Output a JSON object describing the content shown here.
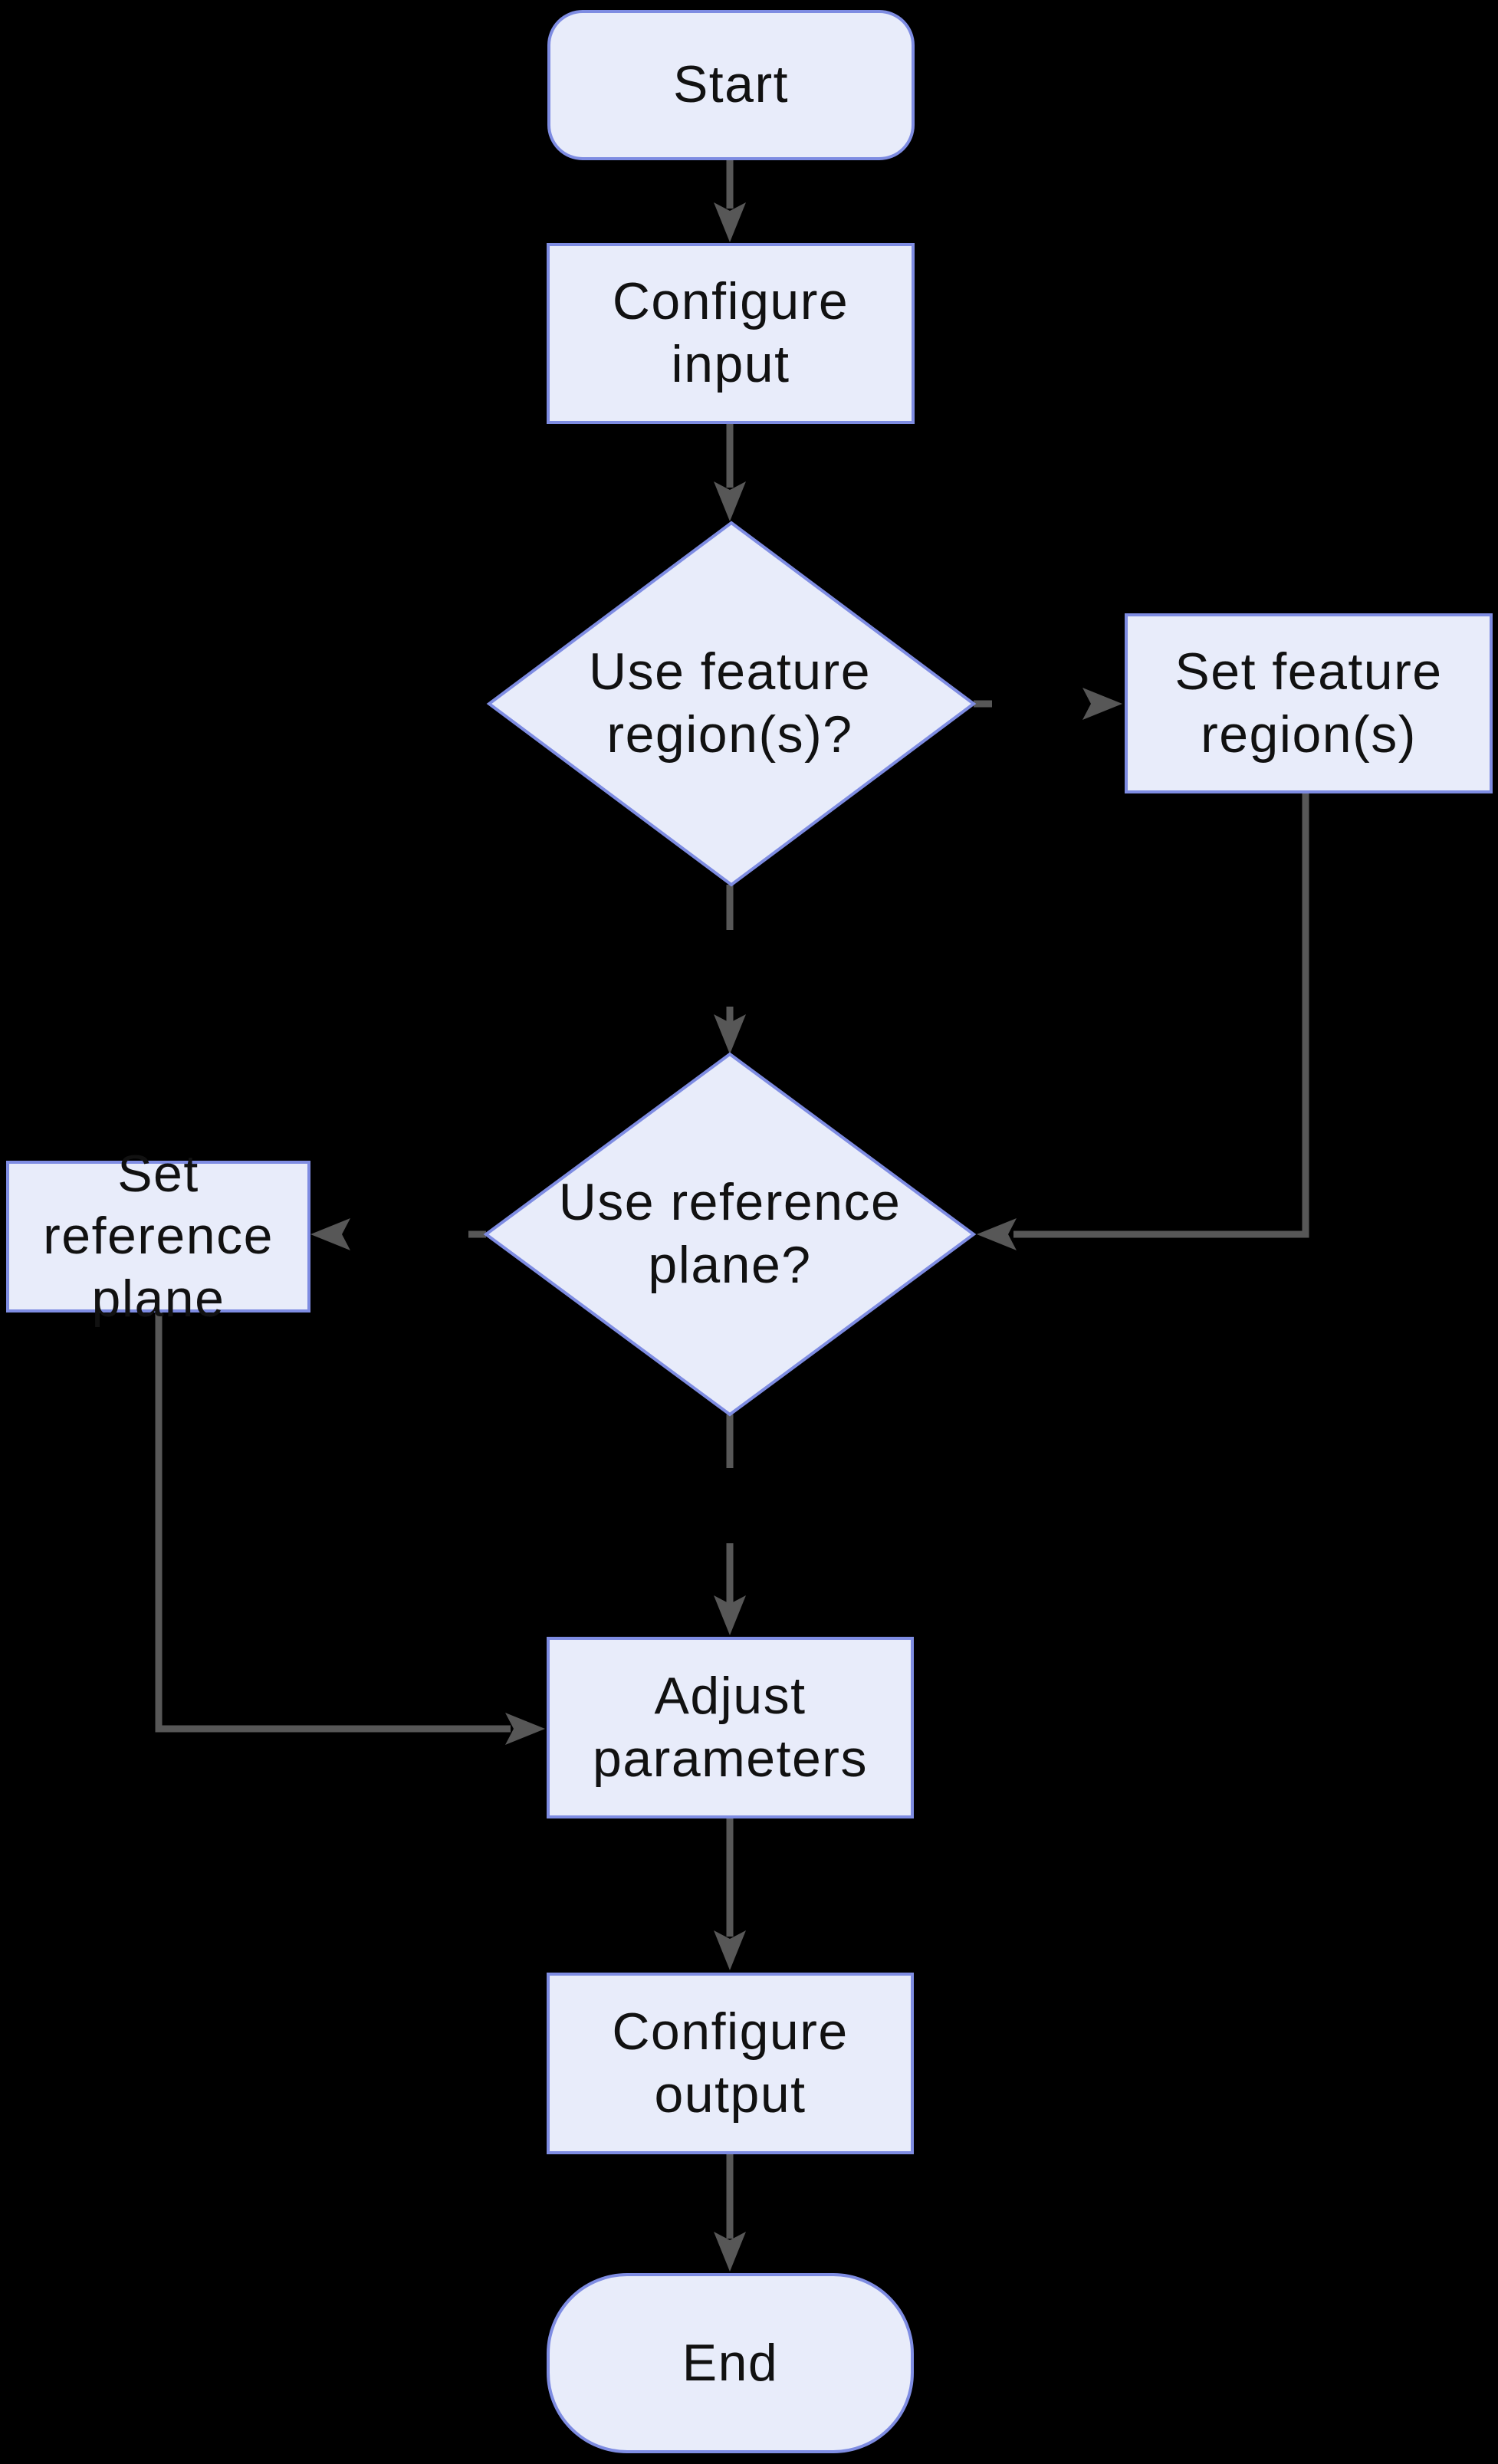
{
  "diagram": {
    "type": "flowchart",
    "background_color": "#000000",
    "node_fill_color": "#e8ecfa",
    "node_border_color": "#7e8ce2",
    "arrow_color": "#575757",
    "text_color": "#111111",
    "nodes": [
      {
        "id": "start",
        "shape": "rounded-rectangle",
        "label": "Start"
      },
      {
        "id": "configure-input",
        "shape": "rectangle",
        "label": "Configure input"
      },
      {
        "id": "use-feature-regions",
        "shape": "diamond",
        "label": "Use feature region(s)?"
      },
      {
        "id": "set-feature-regions",
        "shape": "rectangle",
        "label": "Set feature region(s)"
      },
      {
        "id": "use-reference-plane",
        "shape": "diamond",
        "label": "Use reference plane?"
      },
      {
        "id": "set-reference-plane",
        "shape": "rectangle",
        "label": "Set reference plane"
      },
      {
        "id": "adjust-parameters",
        "shape": "rectangle",
        "label": "Adjust parameters"
      },
      {
        "id": "configure-output",
        "shape": "rectangle",
        "label": "Configure output"
      },
      {
        "id": "end",
        "shape": "stadium",
        "label": "End"
      }
    ],
    "edges": [
      {
        "from": "start",
        "to": "configure-input"
      },
      {
        "from": "configure-input",
        "to": "use-feature-regions"
      },
      {
        "from": "use-feature-regions",
        "to": "set-feature-regions"
      },
      {
        "from": "use-feature-regions",
        "to": "use-reference-plane"
      },
      {
        "from": "set-feature-regions",
        "to": "use-reference-plane"
      },
      {
        "from": "use-reference-plane",
        "to": "set-reference-plane"
      },
      {
        "from": "use-reference-plane",
        "to": "adjust-parameters"
      },
      {
        "from": "set-reference-plane",
        "to": "adjust-parameters"
      },
      {
        "from": "adjust-parameters",
        "to": "configure-output"
      },
      {
        "from": "configure-output",
        "to": "end"
      }
    ]
  }
}
